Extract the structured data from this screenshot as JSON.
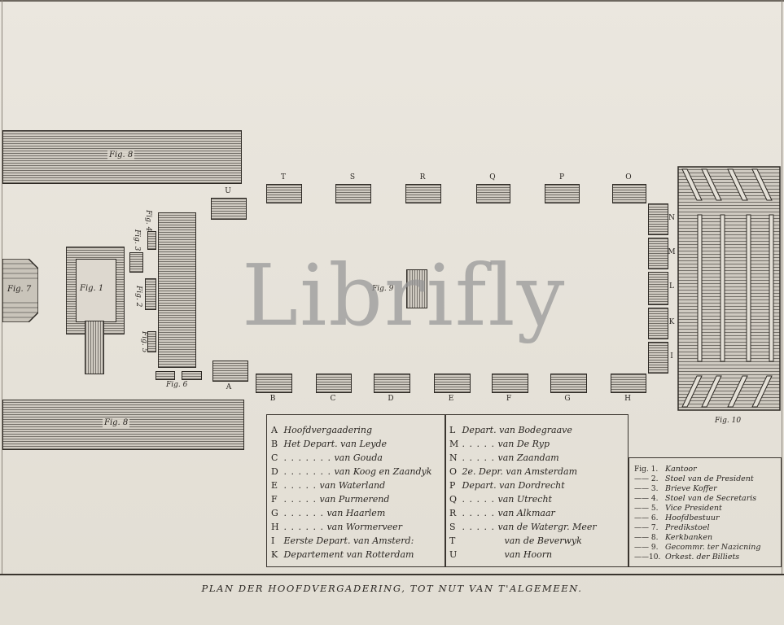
{
  "title": "PLAN DER HOOFDVERGADERING, TOT NUT VAN T'ALGEMEEN.",
  "watermark": "Librifly",
  "figures": {
    "fig1": "Fig. 1",
    "fig2": "Fig. 2",
    "fig3": "Fig. 3",
    "fig4": "Fig. 4",
    "fig5": "Fig. 5",
    "fig6a": "Fig. 6",
    "fig6b": "Fig. 6",
    "fig7": "Fig. 7",
    "fig8a": "Fig. 8",
    "fig8b": "Fig. 8",
    "fig9": "Fig. 9",
    "fig10": "Fig. 10"
  },
  "seat_letters": {
    "top": [
      "U",
      "T",
      "S",
      "R",
      "Q",
      "P",
      "O"
    ],
    "bottom": [
      "A",
      "B",
      "C",
      "D",
      "E",
      "F",
      "G",
      "H"
    ],
    "right": [
      "N",
      "M",
      "L",
      "K",
      "I"
    ]
  },
  "legend_left": [
    {
      "key": "A",
      "text": "Hoofdvergaadering"
    },
    {
      "key": "B",
      "text": "Het Depart. van Leyde"
    },
    {
      "key": "C",
      "dots": ". . . . . . .",
      "text": "van Gouda"
    },
    {
      "key": "D",
      "dots": ". . . . . . .",
      "text": "van Koog en Zaandyk"
    },
    {
      "key": "E",
      "dots": ". . . . .",
      "text": "van Waterland"
    },
    {
      "key": "F",
      "dots": ". . . . .",
      "text": "van Purmerend"
    },
    {
      "key": "G",
      "dots": ". . . . . .",
      "text": "van Haarlem"
    },
    {
      "key": "H",
      "dots": ". . . . . .",
      "text": "van Wormerveer"
    },
    {
      "key": "I",
      "text": "Eerste Depart. van Amsterd:"
    },
    {
      "key": "K",
      "text": "Departement van Rotterdam"
    }
  ],
  "legend_right": [
    {
      "key": "L",
      "text": "Depart. van Bodegraave"
    },
    {
      "key": "M",
      "dots": ". . . . .",
      "text": "van De Ryp"
    },
    {
      "key": "N",
      "dots": ". . . . .",
      "text": "van Zaandam"
    },
    {
      "key": "O",
      "text": "2e. Depr. van Amsterdam"
    },
    {
      "key": "P",
      "text": "Depart. van Dordrecht"
    },
    {
      "key": "Q",
      "dots": ". . . . .",
      "text": "van Utrecht"
    },
    {
      "key": "R",
      "dots": ". . . . .",
      "text": "van Alkmaar"
    },
    {
      "key": "S",
      "dots": ". . . . .",
      "text": "van de Watergr. Meer"
    },
    {
      "key": "T",
      "dots": "",
      "text": "van de Beverwyk"
    },
    {
      "key": "U",
      "dots": "",
      "text": "van Hoorn"
    }
  ],
  "fig_legend": [
    {
      "num": "Fig. 1.",
      "text": "Kantoor"
    },
    {
      "num": "—— 2.",
      "text": "Stoel van de President"
    },
    {
      "num": "—— 3.",
      "text": "Brieve Koffer"
    },
    {
      "num": "—— 4.",
      "text": "Stoel van de Secretaris"
    },
    {
      "num": "—— 5.",
      "text": "Vice President"
    },
    {
      "num": "—— 6.",
      "text": "Hoofdbestuur"
    },
    {
      "num": "—— 7.",
      "text": "Predikstoel"
    },
    {
      "num": "—— 8.",
      "text": "Kerkbanken"
    },
    {
      "num": "—— 9.",
      "text": "Gecommr. ter Nazicning"
    },
    {
      "num": "——10.",
      "text": "Orkest.  der Billiets"
    }
  ]
}
